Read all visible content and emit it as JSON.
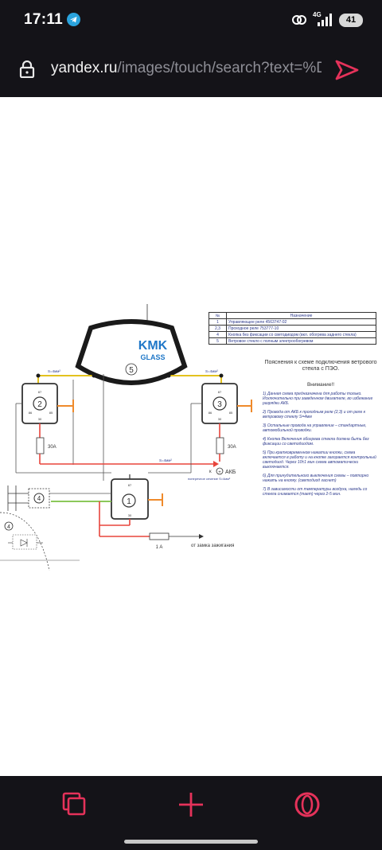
{
  "status_bar": {
    "time": "17:11",
    "network": "4G",
    "battery": "41",
    "icons": [
      "telegram-icon",
      "link-icon",
      "signal-icon",
      "battery-icon"
    ]
  },
  "browser": {
    "url_host": "yandex.ru",
    "url_path": "/images/touch/search?text=%D1",
    "icons": [
      "lock-icon",
      "send-icon"
    ]
  },
  "diagram": {
    "brand_line1": "KMK",
    "brand_line2": "GLASS",
    "glass_number": "5",
    "relay_1": "1",
    "relay_2": "2",
    "relay_3": "3",
    "button_4": "4",
    "button_4b": "4",
    "pin_87": "87",
    "pin_86": "86",
    "pin_85": "85",
    "pin_30": "30",
    "fuse_left": "30A",
    "fuse_right": "30A",
    "fuse_small": "1 A",
    "wire_s4_left": "S=4мм²",
    "wire_s4_right": "S=4мм²",
    "wire_s4_mid": "S=4мм²",
    "akb_label": "АКБ",
    "akb_k": "к",
    "akb_plus": "+",
    "akb_sub": "поперечное сечение S=4мм²",
    "ignition_label": "от замка зажигания"
  },
  "legend": {
    "header_num": "№",
    "header_name": "Назначение",
    "rows": [
      {
        "num": "1",
        "name": "Управляющее реле 4563747-02"
      },
      {
        "num": "2,3",
        "name": "Проходное реле 753777-10"
      },
      {
        "num": "4",
        "name": "Кнопка без фиксации со светодиодом (вкл. обогрева заднего стекла)"
      },
      {
        "num": "5",
        "name": "Ветровое стекло с полным электрообогревом"
      }
    ]
  },
  "notes": {
    "title": "Пояснения к схеме подключения ветрового стекла с ПЭО.",
    "attention": "Внимание!!",
    "items": [
      "1) Данная схема предназначена для работы только. Исключительно при заведенном двигателе, во избежание разрядки АКБ.",
      "2) Провода от АКБ к проходным реле (2,3) и от реле к ветровому стеклу S=4мм",
      "3) Остальные провода на управление – стандартные, автомобильной проводки.",
      "4) Кнопка Включения обогрева стекла должна быть без фиксации со светодиодом.",
      "5) При кратковременном нажатии кнопки, схема включается в работу и на кнопке загорается контрольный светодиод. Через 10±1 мин схема автоматически выключается.",
      "6) Для принудительного выключения схемы – повторно нажать на кнопку. (светодиод гаснет)",
      "7) В зависимости от температуры воздуха, наледь со стекла снимается (тает) через 2-5 мин."
    ]
  },
  "nav": {
    "icons": [
      "tabs-icon",
      "plus-icon",
      "opera-icon"
    ]
  },
  "colors": {
    "accent": "#e5325a",
    "bar_bg": "#141318",
    "wire_red": "#e8453c",
    "wire_yellow": "#e3c21e",
    "wire_green": "#7bc043",
    "wire_orange": "#ef8a2b",
    "label_blue": "#2d3a8c"
  }
}
